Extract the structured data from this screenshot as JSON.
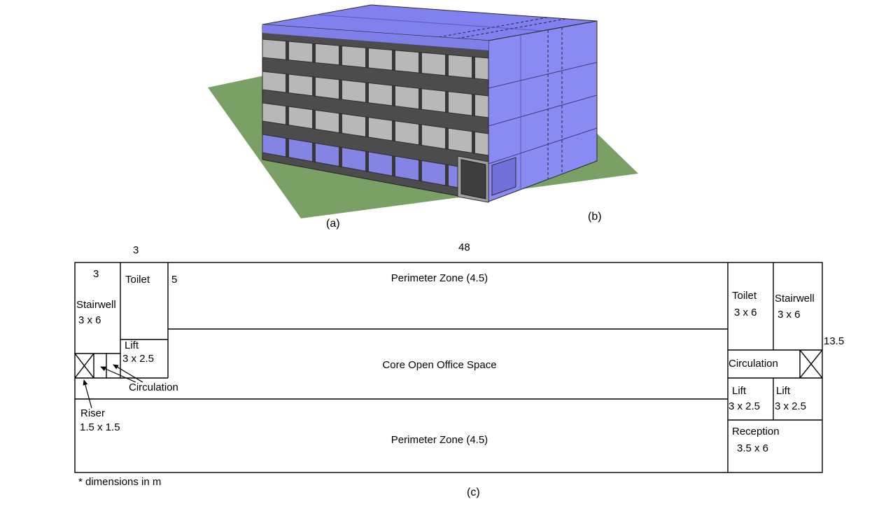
{
  "figure": {
    "caption_a": "(a)",
    "caption_b": "(b)",
    "caption_c": "(c)",
    "note": "* dimensions in m"
  },
  "building": {
    "colors": {
      "walls_blue": "#8484ef",
      "facade_gray": "#4c4c4c",
      "window_gray": "#b8b8b8",
      "ground_floor_window_blue": "#8080dd",
      "grass_green": "#7aa065"
    }
  },
  "plan": {
    "dimensions": {
      "top_left_width": "3",
      "top_span": "48",
      "stairwell_width": "3",
      "toilet_depth": "5",
      "total_depth": "13.5"
    },
    "left_core": {
      "stairwell_label": "Stairwell",
      "stairwell_size": "3 x 6",
      "toilet_label": "Toilet",
      "lift_label": "Lift",
      "lift_size": "3 x 2.5",
      "circulation_label": "Circulation",
      "riser_label": "Riser",
      "riser_size": "1.5 x 1.5"
    },
    "zones": {
      "perimeter_top": "Perimeter Zone (4.5)",
      "core_office": "Core Open Office Space",
      "perimeter_bottom": "Perimeter Zone (4.5)"
    },
    "right_core": {
      "toilet_label": "Toilet",
      "toilet_size": "3 x 6",
      "stairwell_label": "Stairwell",
      "stairwell_size": "3 x 6",
      "circulation_label": "Circulation",
      "lift1_label": "Lift",
      "lift1_size": "3 x 2.5",
      "lift2_label": "Lift",
      "lift2_size": "3 x 2.5",
      "reception_label": "Reception",
      "reception_size": "3.5 x 6"
    }
  }
}
